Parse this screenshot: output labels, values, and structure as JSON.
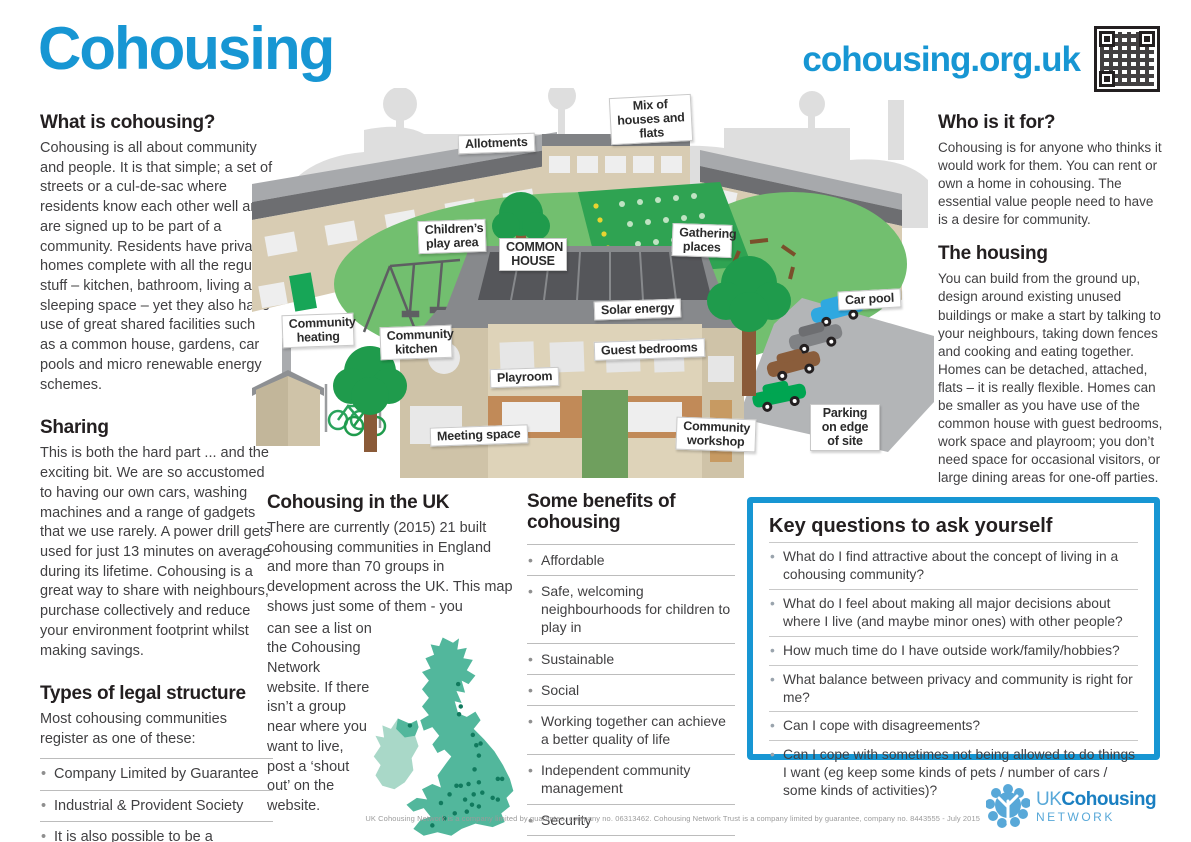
{
  "header": {
    "title": "Cohousing",
    "website": "cohousing.org.uk"
  },
  "left_column": {
    "what": {
      "heading": "What is cohousing?",
      "body": "Cohousing is all about community and people. It is that simple; a set of streets or a cul-de-sac where residents know each other well and are signed up to be part of a community. Residents have private homes complete with all the regular stuff – kitchen, bathroom, living and sleeping space – yet they also have use of great shared facilities such as a common house, gardens, car pools and micro renewable energy schemes."
    },
    "sharing": {
      "heading": "Sharing",
      "body": "This is both the hard part ... and the exciting bit. We are so accustomed to having our own cars, washing machines and a range of gadgets that we use rarely. A power drill gets used for just 13 minutes on average during its lifetime. Cohousing is a great way to share with neighbours, purchase collectively and reduce your environment footprint whilst making savings."
    },
    "legal": {
      "heading": "Types of legal structure",
      "intro": "Most cohousing communities register as one of these:",
      "items": [
        "Company Limited by Guarantee",
        "Industrial & Provident Society",
        "It is also possible to be a Community Interest Company"
      ]
    }
  },
  "right_column": {
    "who": {
      "heading": "Who is it for?",
      "body": "Cohousing is for anyone who thinks it would work for them. You can rent or own a home in cohousing. The essential value people need to have is a desire for community."
    },
    "housing": {
      "heading": "The housing",
      "body": "You can build from the ground up, design around existing unused buildings or make a start by talking to your neighbours, taking down fences and cooking and eating together. Homes can be detached, attached, flats – it is really flexible. Homes can be smaller as you have use of the common house with guest bedrooms, work space and playroom; you don’t need space for occasional visitors, or large dining areas for one-off parties."
    }
  },
  "illustration": {
    "labels": {
      "mix_houses": "Mix of houses and flats",
      "allotments": "Allotments",
      "children_play": "Children’s play area",
      "common_house": "COMMON HOUSE",
      "gathering": "Gathering places",
      "solar": "Solar energy",
      "car_pool": "Car pool",
      "heating": "Community heating",
      "kitchen": "Community kitchen",
      "guest_bedrooms": "Guest bedrooms",
      "playroom": "Playroom",
      "meeting": "Meeting space",
      "workshop": "Community workshop",
      "parking": "Parking on edge of site"
    }
  },
  "uk_section": {
    "heading": "Cohousing in the UK",
    "intro": "There are currently (2015) 21 built cohousing communities in England and more than 70 groups in development across the UK. This map shows just some of them - you",
    "wrap": "can see a list on the Cohousing Network website. If there isn’t a group near where you want to live, post a ‘shout out’ on the website."
  },
  "benefits": {
    "heading": "Some benefits of cohousing",
    "items": [
      "Affordable",
      "Safe, welcoming neighbourhoods for children to play in",
      "Sustainable",
      "Social",
      "Working together can achieve a better quality of life",
      "Independent community management",
      "Security"
    ]
  },
  "questions": {
    "heading": "Key questions to ask yourself",
    "items": [
      "What do I find attractive about the concept of living in a cohousing community?",
      "What do I feel about making all major decisions about where I live (and maybe minor ones) with other people?",
      "How much time do I have outside work/family/hobbies?",
      "What balance between privacy and community is right for me?",
      "Can I cope with disagreements?",
      "Can I cope with sometimes not being allowed to do things I want (eg keep some kinds of pets / number of cars / some kinds of activities)?"
    ]
  },
  "footer": {
    "legal": "UK Cohousing Network is a company limited by guarantee, company no. 06313462. Cohousing Network Trust is a company limited by guarantee, company no. 8443555 - July 2015",
    "logo": {
      "uk": "UK",
      "cohousing": "Cohousing",
      "network": "NETWORK"
    }
  },
  "colors": {
    "brand_blue": "#1796d3",
    "logo_blue_dark": "#1a7fc1",
    "logo_blue_light": "#58a8d8",
    "lawn_green": "#72bf6f",
    "tree_green": "#1f9b4c",
    "map_teal": "#52b79c",
    "map_ireland": "#a9d8c8",
    "map_dot": "#117a5e",
    "house_beige": "#d8ccb3",
    "roof_gray": "#87898c",
    "solar_gray": "#55565a",
    "parking_gray": "#b3b5b7"
  }
}
